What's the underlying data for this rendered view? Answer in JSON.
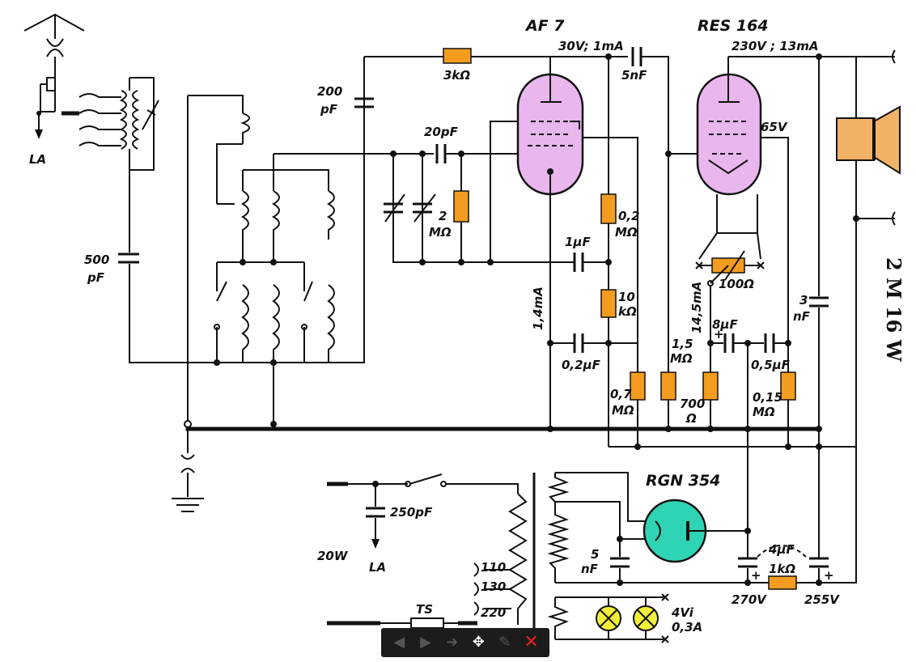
{
  "tubes": {
    "af7": {
      "name": "AF 7",
      "rating": "30V; 1mA",
      "color": "#e9b6ee"
    },
    "res164": {
      "name": "RES 164",
      "rating": "230V ; 13mA",
      "screen": "65V",
      "color": "#e9b6ee"
    },
    "rgn354": {
      "name": "RGN 354",
      "color": "#2fd4b4"
    }
  },
  "labels": {
    "la_top": "LA",
    "la_bottom": "LA",
    "c200_a": "200",
    "c200_b": "pF",
    "c500_a": "500",
    "c500_b": "pF",
    "r3k": "3kΩ",
    "c5n": "5nF",
    "c20p": "20pF",
    "r2m_a": "2",
    "r2m_b": "MΩ",
    "r02m_a": "0,2",
    "r02m_b": "MΩ",
    "c1u": "1μF",
    "i14": "1,4mA",
    "r10k_a": "10",
    "r10k_b": "kΩ",
    "c02u": "0,2μF",
    "r07m_a": "0,7",
    "r07m_b": "MΩ",
    "r15m_a": "1,5",
    "r15m_b": "MΩ",
    "i145": "14,5mA",
    "c8u": "8μF",
    "r100": "100Ω",
    "c05u": "0,5μF",
    "c3n_a": "3",
    "c3n_b": "nF",
    "r700_a": "700",
    "r700_b": "Ω",
    "r015m_a": "0,15",
    "r015m_b": "MΩ",
    "c250p": "250pF",
    "power": "20W",
    "tap110": "110",
    "tap130": "130",
    "tap220": "220",
    "ts": "TS",
    "c5n2_a": "5",
    "c5n2_b": "nF",
    "c4u": "4μF",
    "r1k": "1kΩ",
    "v270": "270V",
    "v255": "255V",
    "lamp_a": "4Vi",
    "lamp_b": "0,3A",
    "plus1": "+",
    "plus2": "+",
    "plus3": "+",
    "side_title": "2 M 16 W"
  },
  "colors": {
    "resistor": "#f39c1f",
    "speaker": "#f2b266",
    "lamp": "#f2ef3a"
  },
  "toolbar": {
    "back_icon": "◀",
    "play_icon": "▶",
    "forward_icon": "➜",
    "move_icon": "✥",
    "edit_icon": "✎",
    "close_icon": "✕"
  }
}
